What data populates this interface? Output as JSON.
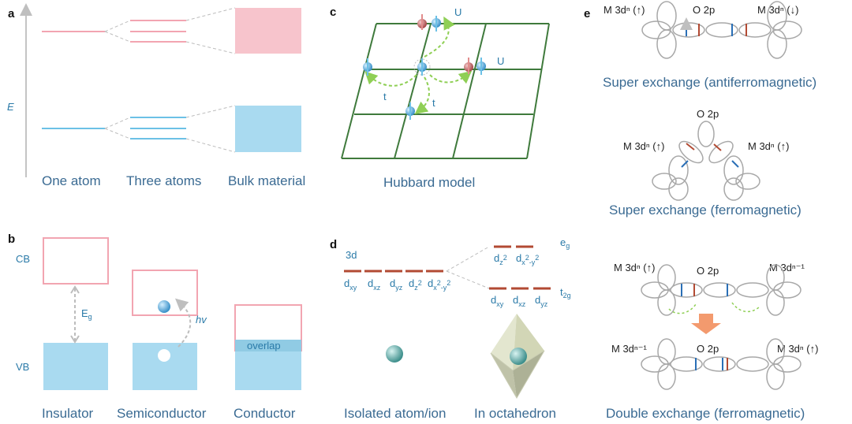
{
  "panels": {
    "a": {
      "letter": "a",
      "axis_label": "E",
      "captions": [
        "One atom",
        "Three atoms",
        "Bulk material"
      ]
    },
    "b": {
      "letter": "b",
      "cb": "CB",
      "vb": "VB",
      "gap": "E",
      "gap_sub": "g",
      "hv": "hv",
      "overlap": "overlap",
      "captions": [
        "Insulator",
        "Semiconductor",
        "Conductor"
      ]
    },
    "c": {
      "letter": "c",
      "u1": "U",
      "u2": "U",
      "t1": "t",
      "t2": "t",
      "caption": "Hubbard model"
    },
    "d": {
      "letter": "d",
      "level_3d": "3d",
      "eg": "e",
      "eg_sub": "g",
      "t2g": "t",
      "t2g_sub": "2g",
      "orb_d_left": "d",
      "orb_xy": "xy",
      "orb_xz": "xz",
      "orb_yz": "yz",
      "orb_z2": "z",
      "orb_z2_sup": "2",
      "orb_x2y2": "x",
      "orb_x2y2_sup1": "2",
      "orb_x2y2_mid": "-y",
      "orb_x2y2_sup2": "2",
      "captions": [
        "Isolated atom/ion",
        "In octahedron"
      ]
    },
    "e": {
      "letter": "e",
      "m_up": "M 3dⁿ (↑)",
      "m_down": "M 3dⁿ (↓)",
      "m_nm1": "M 3dⁿ⁻¹",
      "o2p": "O 2p",
      "caption_afm": "Super exchange (antiferromagnetic)",
      "caption_fm": "Super exchange (ferromagnetic)",
      "caption_double": "Double exchange (ferromagnetic)"
    }
  },
  "colors": {
    "pink": "#f7c4cc",
    "pink_line": "#f2a5b1",
    "blue": "#a9daf0",
    "blue_line": "#6cc1e6",
    "grid_green": "#3f7a3c",
    "hop_green": "#8fcf55",
    "level_red": "#b24a33",
    "orbital_grey": "#a8a8a8",
    "caption_blue": "#3b6b93",
    "label_blue": "#2a7aa8",
    "arrow_orange": "#f39a6e"
  }
}
